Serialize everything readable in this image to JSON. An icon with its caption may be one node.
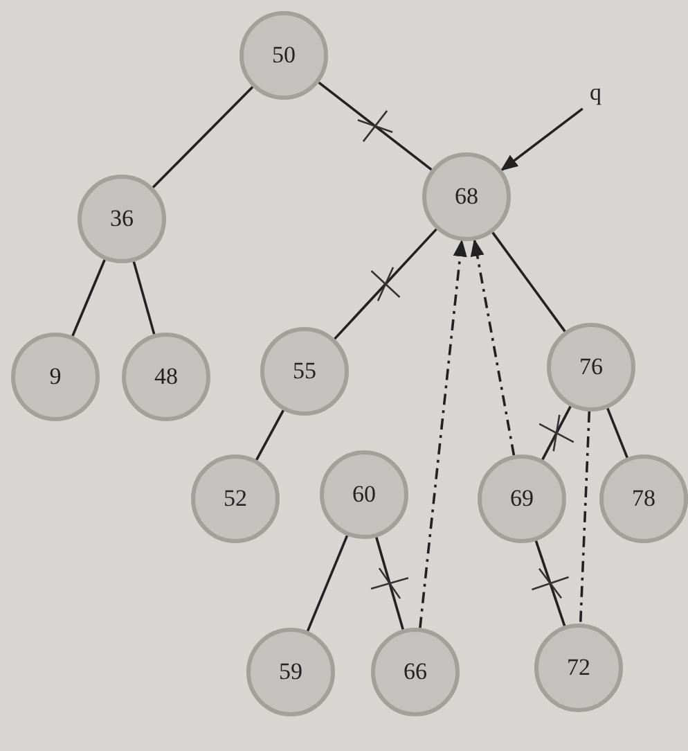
{
  "diagram": {
    "nodes": [
      {
        "text": [
          "50"
        ]
      },
      {
        "text": [
          "36"
        ]
      },
      {
        "text": [
          "68"
        ]
      },
      {
        "text": [
          "9"
        ]
      },
      {
        "text": [
          "48"
        ]
      },
      {
        "text": [
          "55"
        ]
      },
      {
        "text": [
          "76"
        ]
      },
      {
        "text": [
          "52"
        ]
      },
      {
        "text": [
          "60"
        ]
      },
      {
        "text": [
          "69"
        ]
      },
      {
        "text": [
          "78"
        ]
      },
      {
        "text": [
          "59"
        ]
      },
      {
        "text": [
          "66"
        ]
      },
      {
        "text": [
          "72"
        ]
      },
      {
        "text": [
          "q"
        ]
      }
    ],
    "edges": [
      {
        "from": 0,
        "to": 1,
        "arrow": "none"
      },
      {
        "from": 0,
        "to": 2,
        "arrow": "none"
      },
      {
        "from": 1,
        "to": 3,
        "arrow": "none"
      },
      {
        "from": 1,
        "to": 4,
        "arrow": "none"
      },
      {
        "from": 2,
        "to": 5,
        "arrow": "none"
      },
      {
        "from": 2,
        "to": 6,
        "arrow": "none"
      },
      {
        "from": 5,
        "to": 7,
        "arrow": "none"
      },
      {
        "from": 6,
        "to": 9,
        "arrow": "none"
      },
      {
        "from": 6,
        "to": 10,
        "arrow": "none"
      },
      {
        "from": 8,
        "to": 11,
        "arrow": "none"
      },
      {
        "from": 8,
        "to": 12,
        "arrow": "none"
      },
      {
        "from": 9,
        "to": 13,
        "arrow": "none"
      },
      {
        "from": 12,
        "to": 2,
        "arrow": "to",
        "style": "dashed"
      },
      {
        "from": 9,
        "to": 2,
        "arrow": "to",
        "style": "dashed"
      },
      {
        "from": 6,
        "to": 13,
        "arrow": "none",
        "style": "dashed"
      },
      {
        "from": 14,
        "to": 2,
        "arrow": "to"
      }
    ]
  }
}
